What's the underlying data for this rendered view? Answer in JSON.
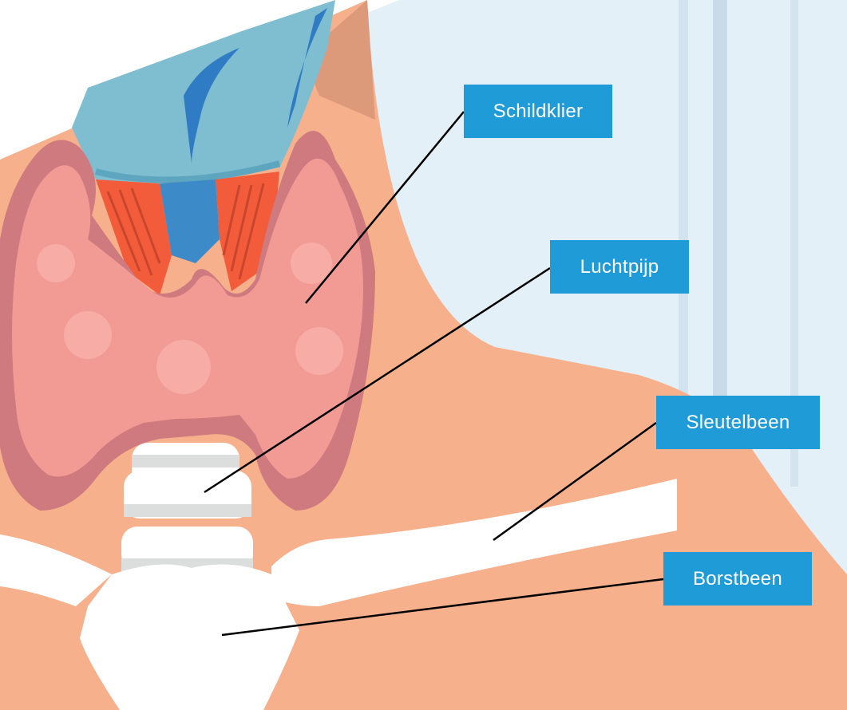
{
  "labels": {
    "schildklier": "Schildklier",
    "luchtpijp": "Luchtpijp",
    "sleutelbeen": "Sleutelbeen",
    "borstbeen": "Borstbeen"
  },
  "colors": {
    "background": "#e3f0f7",
    "skin": "#f6b08c",
    "thyroid": "#f29a94",
    "thyroid_outline": "#cf7a7f",
    "cartilage": "#7fbdd0",
    "muscle": "#f25c3b",
    "bone": "#ffffff",
    "label_box": "#1f9cd8",
    "label_text": "#ffffff"
  }
}
